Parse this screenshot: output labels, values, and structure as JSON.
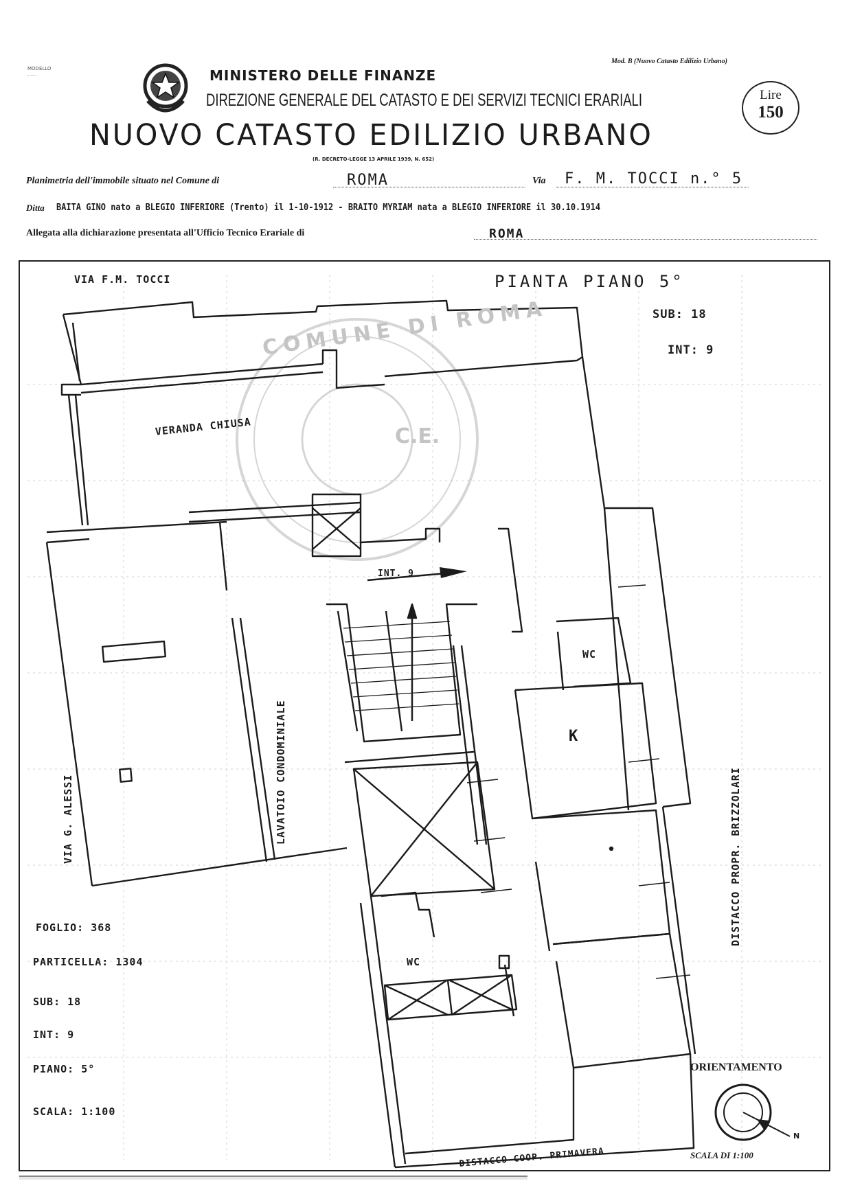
{
  "header": {
    "corner_stamp_line1": "MODELLO",
    "corner_stamp_line2": "......",
    "model_ref": "Mod. B (Nuovo Catasto Edilizio Urbano)",
    "ministry": "MINISTERO DELLE FINANZE",
    "directorate": "DIREZIONE GENERALE DEL CATASTO E DEI SERVIZI TECNICI ERARIALI",
    "title": "NUOVO CATASTO EDILIZIO URBANO",
    "decree": "(R. DECRETO-LEGGE 13 APRILE 1939, N. 652)",
    "fee_label": "Lire",
    "fee_value": "150"
  },
  "form": {
    "planimetry_label": "Planimetria dell'immobile situato nel Comune di",
    "comune_value": "ROMA",
    "via_label": "Via",
    "via_value": "F. M. TOCCI n.° 5",
    "ditta_label": "Ditta",
    "ditta_value": "BAITA GINO nato a BLEGIO INFERIORE (Trento) il 1-10-1912 - BRAITO MYRIAM nata a BLEGIO INFERIORE il 30.10.1914",
    "allegata_label": "Allegata alla dichiarazione presentata all'Ufficio Tecnico Erariale di",
    "ufficio_value": "ROMA"
  },
  "plan": {
    "street_top": "VIA F.M. TOCCI",
    "plan_title": "PIANTA PIANO 5°",
    "sub": "SUB: 18",
    "int": "INT: 9",
    "veranda": "VERANDA CHIUSA",
    "int_arrow": "INT. 9",
    "wc_upper": "WC",
    "kitchen": "K",
    "lavatoio": "LAVATOIO CONDOMINIALE",
    "street_left": "VIA G. ALESSI",
    "neighbor_right": "DISTACCO PROPR. BRIZZOLARI",
    "wc_lower": "WC",
    "neighbor_bottom": "DISTACCO COOP. PRIMAVERA",
    "orientation": "ORIENTAMENTO",
    "north": "N",
    "scale_note": "SCALA DI 1:100"
  },
  "cadastral": {
    "foglio": "FOGLIO: 368",
    "particella": "PARTICELLA: 1304",
    "sub": "SUB: 18",
    "int": "INT: 9",
    "piano": "PIANO: 5°",
    "scala": "SCALA: 1:100"
  },
  "stamp": {
    "outer_text": "COMUNE DI ROMA",
    "inner_text": "C.E."
  },
  "colors": {
    "ink": "#1b1b1b",
    "paper": "#ffffff",
    "stamp": "#b5b5b5",
    "grid": "#cfcfcf"
  }
}
